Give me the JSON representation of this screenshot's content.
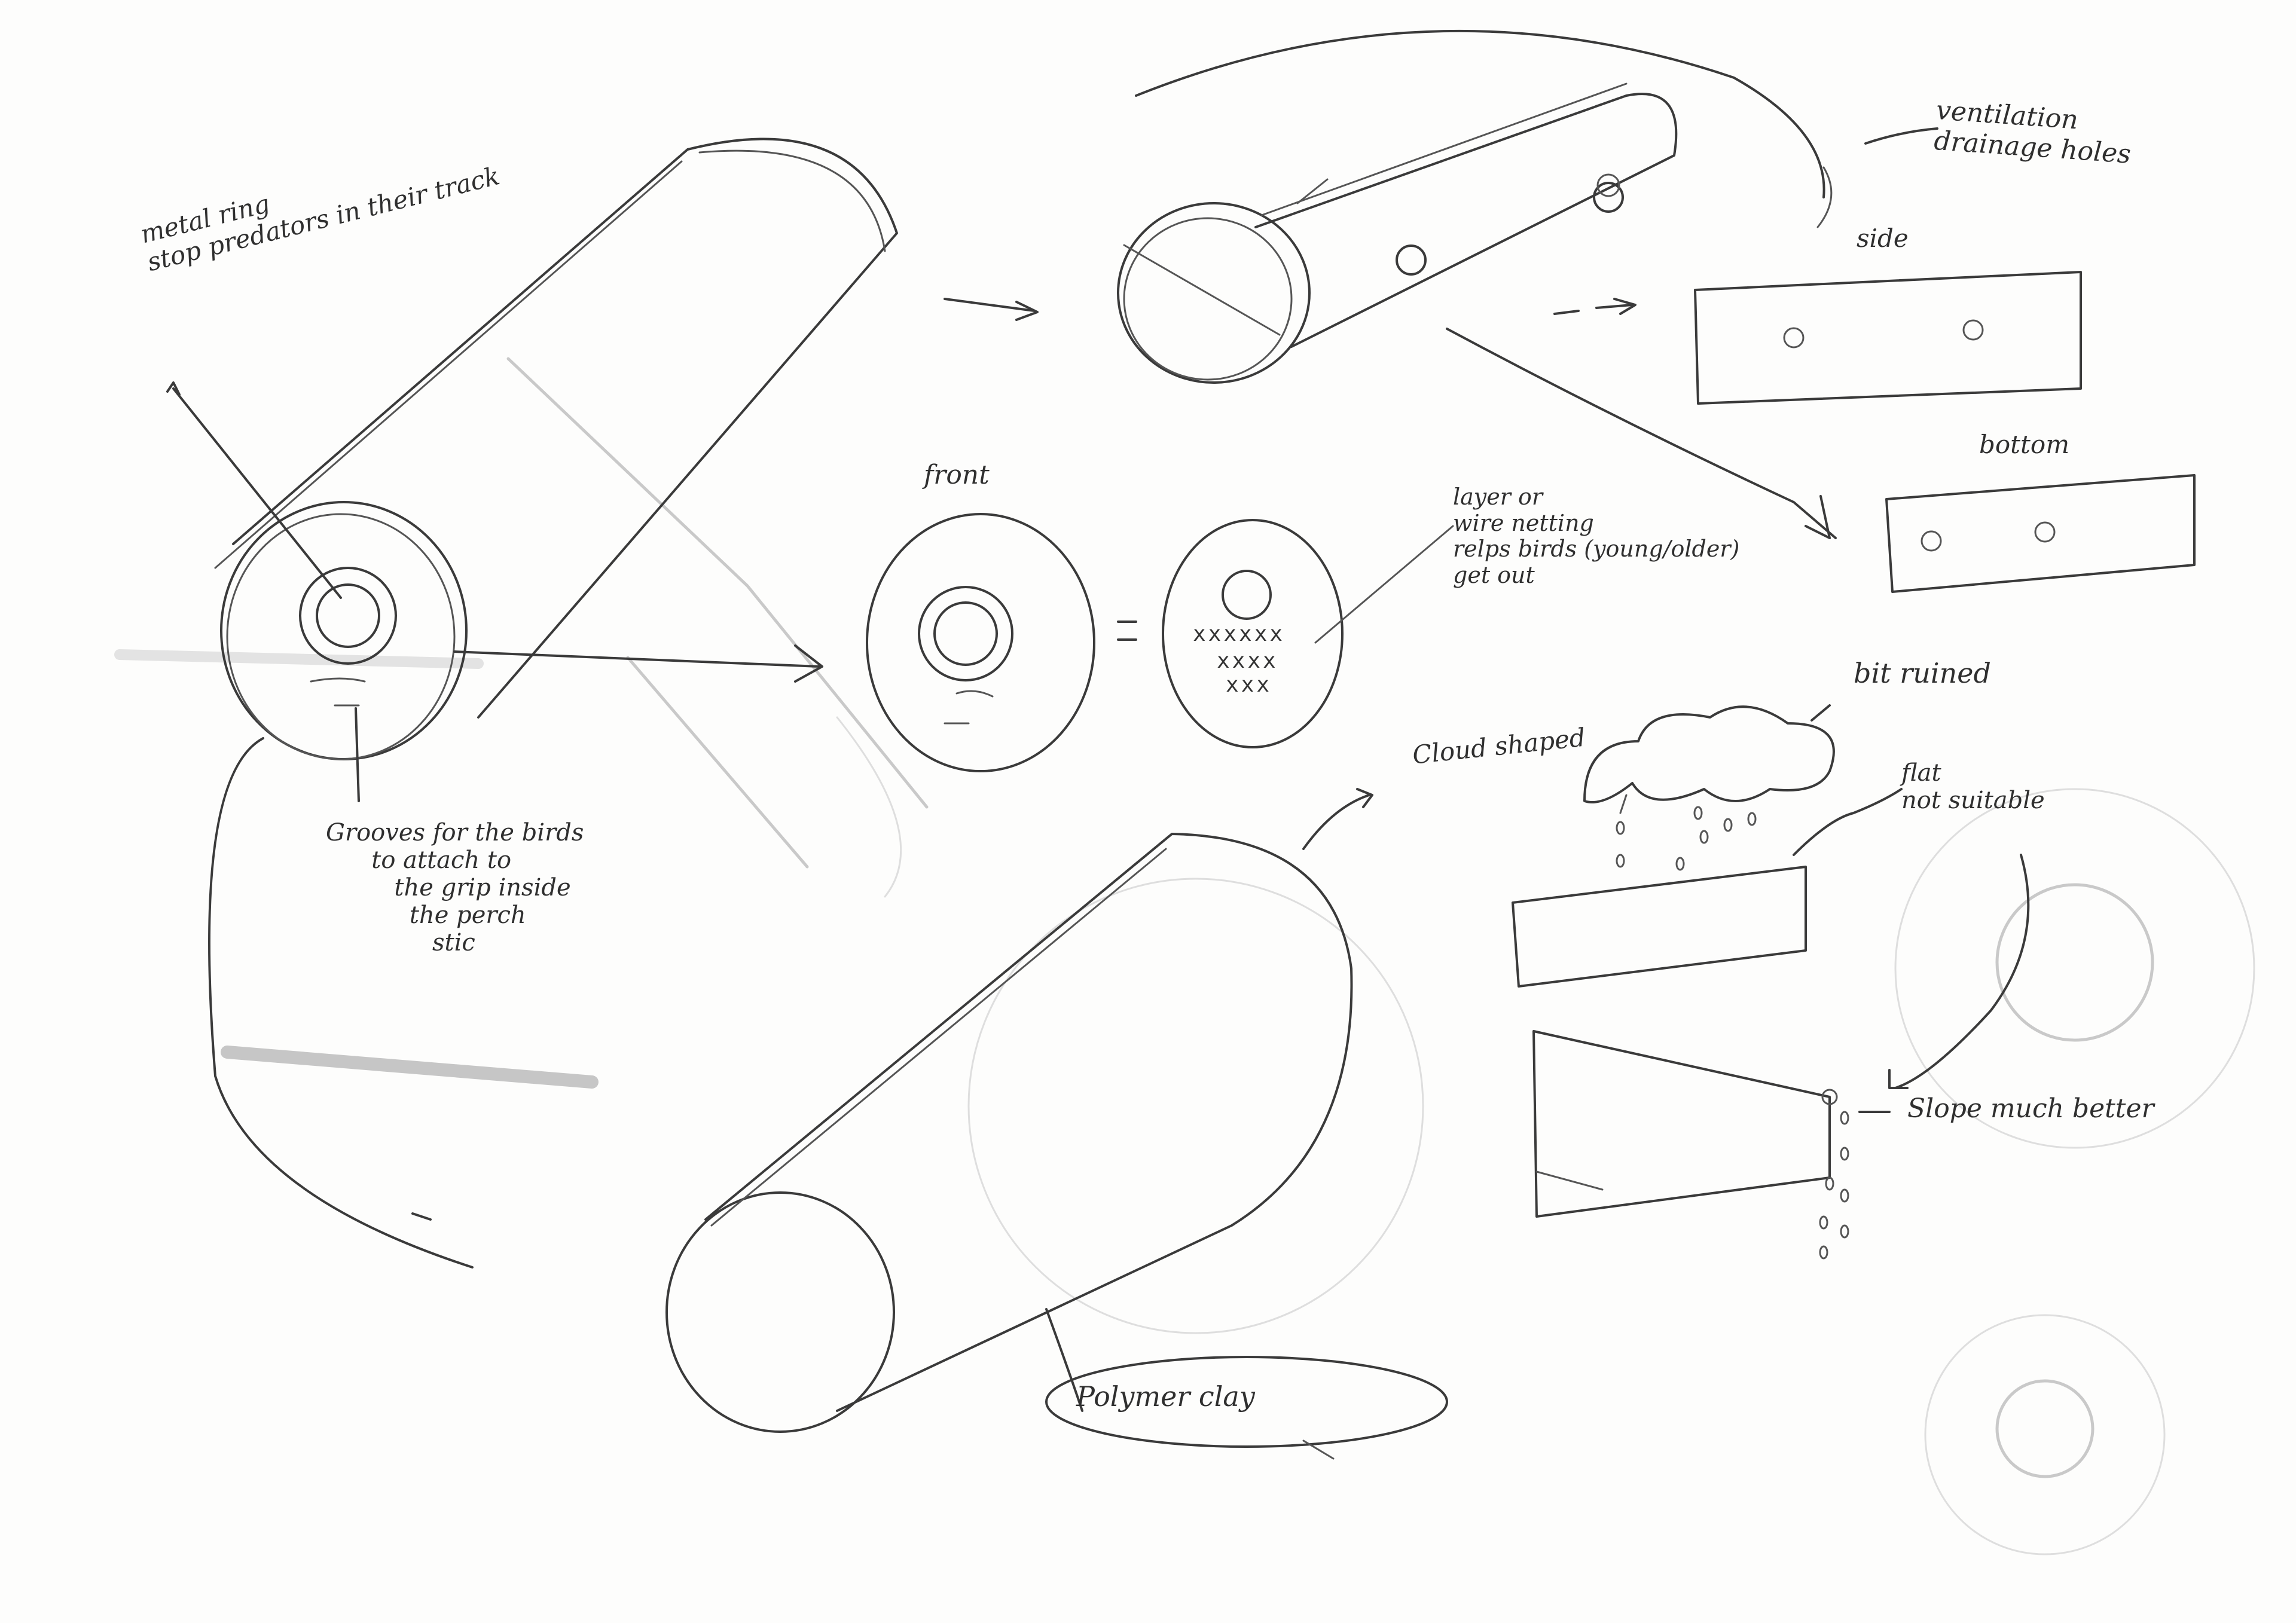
{
  "labels": {
    "metal_ring": "metal ring\nstop predators in their track",
    "grooves": "Grooves for the birds\n      to attach to\n         the grip inside\n           the perch\n              stic",
    "front": "front",
    "layer_wire": "layer or\nwire netting\nrelps birds (young/older)\nget out",
    "ventilation": "ventilation\ndrainage holes",
    "side": "side",
    "bottom": "bottom",
    "cloud_shaped": "Cloud shaped",
    "bit_ruined": "bit ruined",
    "flat": "flat\nnot suitable",
    "slope": "Slope much better",
    "polymer_clay": "Polymer clay",
    "equals": "="
  },
  "wire_pattern": [
    "xxxxxx",
    "xxxx",
    "xxx"
  ]
}
